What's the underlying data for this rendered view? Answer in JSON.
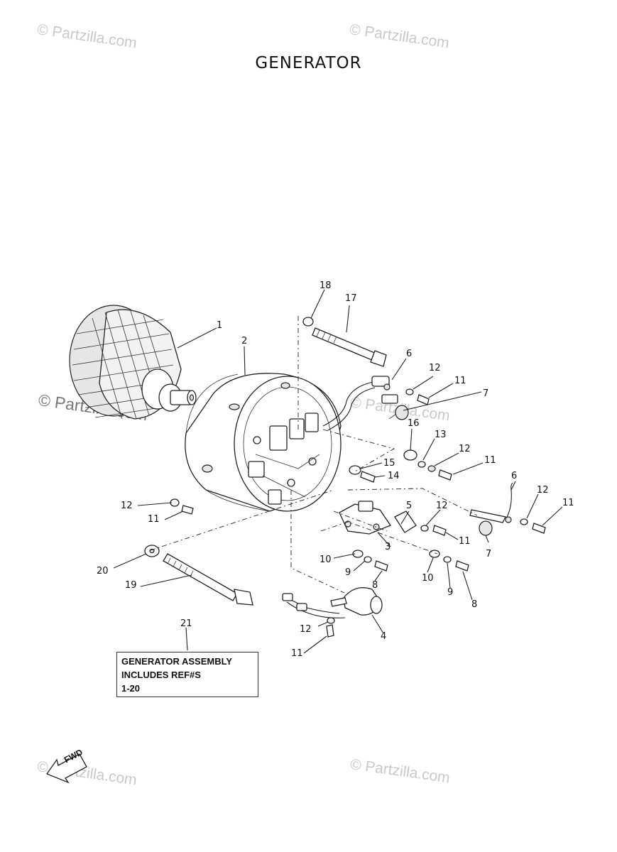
{
  "title": "GENERATOR",
  "watermarks": [
    "© Partzilla.com",
    "© Partzilla.com",
    "© Partzilla.com",
    "© Partzilla.com",
    "© Partzilla.com",
    "© Partzilla.com"
  ],
  "callouts": {
    "c1": "1",
    "c2": "2",
    "c3": "3",
    "c4": "4",
    "c5": "5",
    "c6a": "6",
    "c6b": "6",
    "c7a": "7",
    "c7b": "7",
    "c8a": "8",
    "c8b": "8",
    "c9a": "9",
    "c9b": "9",
    "c10a": "10",
    "c10b": "10",
    "c11a": "11",
    "c11b": "11",
    "c11c": "11",
    "c11d": "11",
    "c11e": "11",
    "c11f": "11",
    "c12a": "12",
    "c12b": "12",
    "c12c": "12",
    "c12d": "12",
    "c12e": "12",
    "c12f": "12",
    "c13": "13",
    "c14": "14",
    "c15": "15",
    "c16": "16",
    "c17": "17",
    "c18": "18",
    "c19": "19",
    "c20": "20",
    "c21": "21"
  },
  "note": {
    "line1": "GENERATOR ASSEMBLY",
    "line2": "INCLUDES REF#S",
    "line3": "1-20"
  },
  "fwd_label": "FWD"
}
